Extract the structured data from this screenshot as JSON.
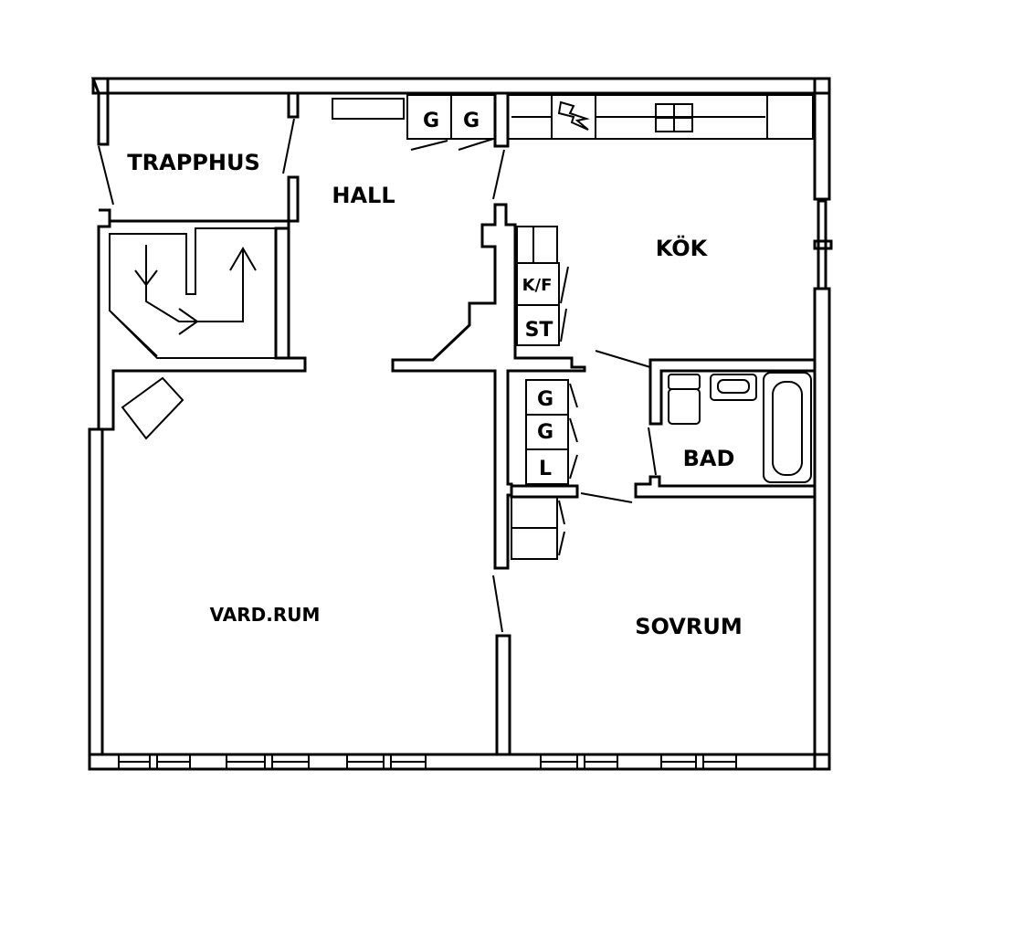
{
  "rooms": {
    "trapphus": "TRAPPHUS",
    "hall": "HALL",
    "kok": "KÖK",
    "bad": "BAD",
    "vardrum": "VARD.RUM",
    "sovrum": "SOVRUM"
  },
  "fixtures": {
    "hall_closet_1": "G",
    "hall_closet_2": "G",
    "fridge_freezer": "K/F",
    "storage": "ST",
    "closet_1": "G",
    "closet_2": "G",
    "linen": "L"
  }
}
